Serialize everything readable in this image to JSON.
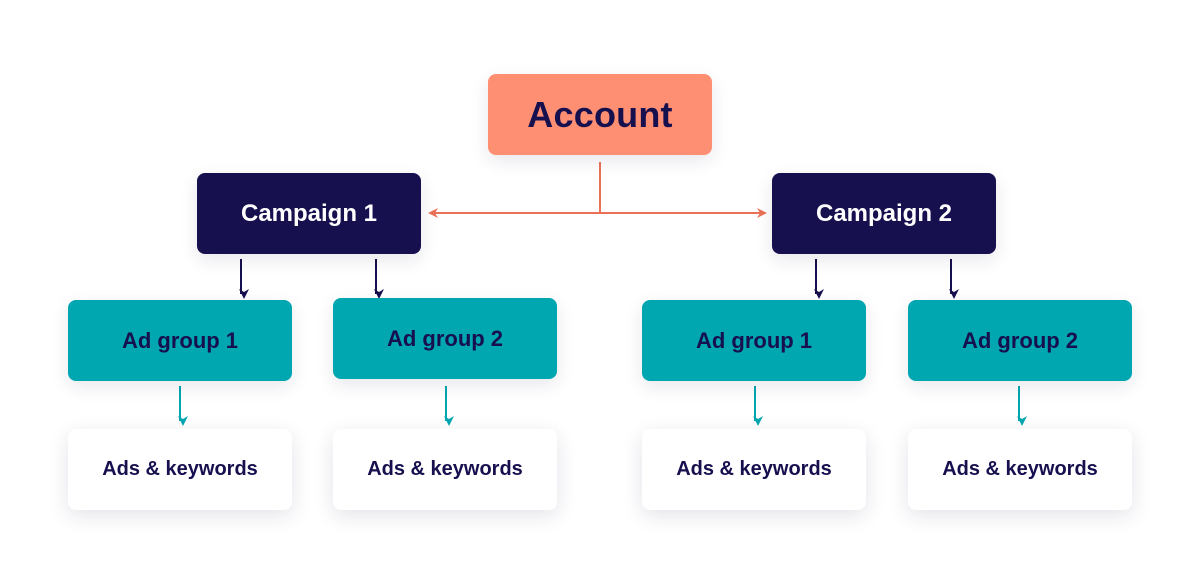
{
  "colors": {
    "account": "#ff8f73",
    "campaign": "#17104f",
    "ad_group": "#00a6b0",
    "ads": "#ffffff",
    "text_dark": "#16104f",
    "arrow_orange": "#ea7157",
    "arrow_navy": "#17104f",
    "arrow_teal": "#00a6b0"
  },
  "account": {
    "label": "Account"
  },
  "campaigns": [
    {
      "label": "Campaign 1",
      "ad_groups": [
        {
          "label": "Ad group 1",
          "child": "Ads & keywords"
        },
        {
          "label": "Ad group 2",
          "child": "Ads & keywords"
        }
      ]
    },
    {
      "label": "Campaign 2",
      "ad_groups": [
        {
          "label": "Ad group 1",
          "child": "Ads & keywords"
        },
        {
          "label": "Ad group 2",
          "child": "Ads & keywords"
        }
      ]
    }
  ]
}
